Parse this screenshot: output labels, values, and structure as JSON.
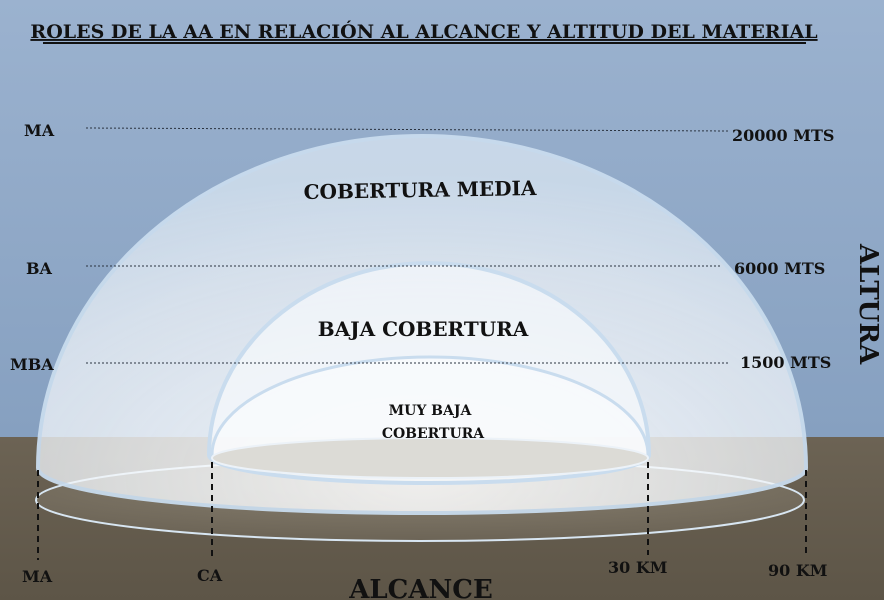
{
  "title": "ROLES DE LA AA EN RELACIÓN AL ALCANCE Y ALTITUD DEL MATERIAL",
  "altitude_levels": [
    {
      "code": "MA",
      "value": "20000 MTS"
    },
    {
      "code": "BA",
      "value": "6000 MTS"
    },
    {
      "code": "MBA",
      "value": "1500 MTS"
    }
  ],
  "domes": [
    {
      "label": "COBERTURA MEDIA"
    },
    {
      "label": "BAJA COBERTURA"
    },
    {
      "label_line1": "MUY BAJA",
      "label_line2": "COBERTURA"
    }
  ],
  "range_markers": {
    "left": [
      "MA",
      "CA"
    ],
    "right": [
      "30 KM",
      "90 KM"
    ]
  },
  "axis": {
    "vertical": "ALTURA",
    "horizontal": "ALCANCE"
  },
  "colors": {
    "sky": "#8fa8c6",
    "ground": "#6f6656",
    "dome_fill": "#eef4fa",
    "dome_edge": "#c9dcee",
    "text": "#111111"
  }
}
